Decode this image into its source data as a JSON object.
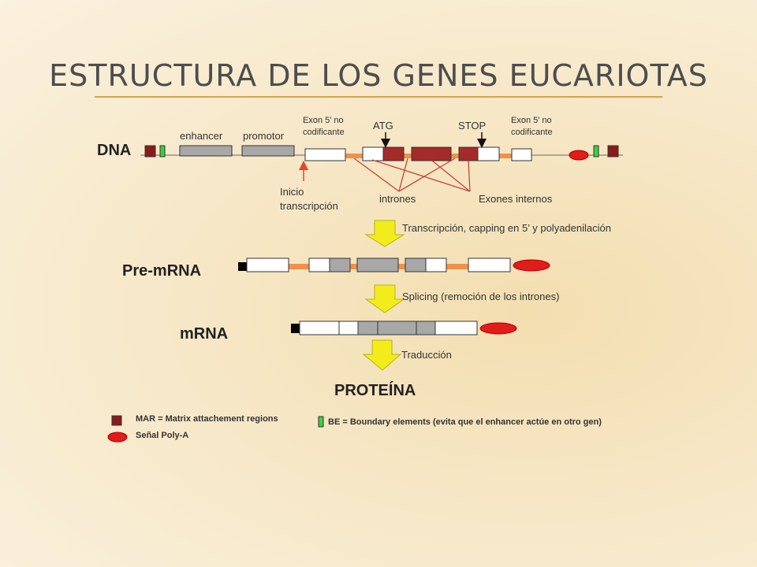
{
  "title": "ESTRUCTURA DE LOS GENES EUCARIOTAS",
  "dna": {
    "label": "DNA",
    "enhancer": "enhancer",
    "promotor": "promotor",
    "exon5_left": "Exon 5’ no codificante",
    "atg": "ATG",
    "stop": "STOP",
    "exon5_right": "Exon 5’ no codificante",
    "inicio": "Inicio transcripción",
    "intrones": "intrones",
    "exones_internos": "Exones internos"
  },
  "steps": {
    "transcription": "Transcripción, capping en 5’ y polyadenilación",
    "splicing": "Splicing (remoción de los intrones)",
    "translation": "Traducción"
  },
  "premrna": {
    "label": "Pre-mRNA"
  },
  "mrna": {
    "label": "mRNA"
  },
  "protein": {
    "label": "PROTEÍNA"
  },
  "legend": {
    "mar": "MAR = Matrix attachement regions",
    "polya": "Señal Poly-A",
    "be": "BE = Boundary elements (evita que el enhancer actúe en otro gen)"
  },
  "colors": {
    "mar": "#8b1a1a",
    "be": "#3ccf3c",
    "polya": "#e21b1b",
    "intron": "#f0914a",
    "coding": "#a52a2a",
    "grey_exon": "#a8a8a8",
    "arrow": "#f2ec1a"
  }
}
